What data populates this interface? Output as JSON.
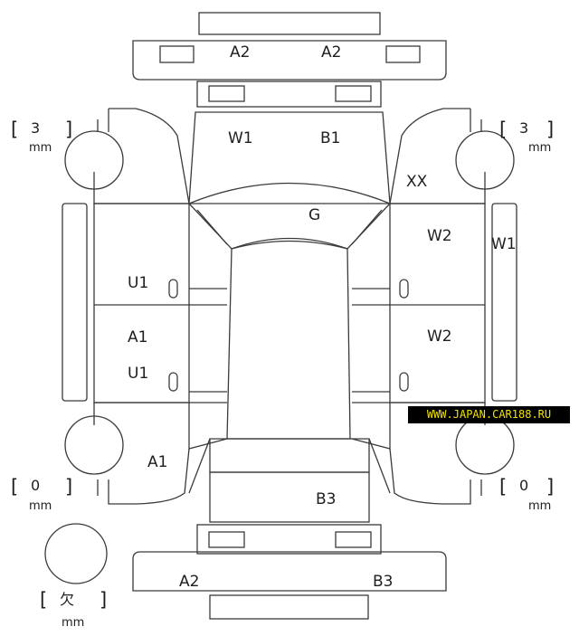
{
  "labels": {
    "front_bumper_left": "A2",
    "front_bumper_right": "A2",
    "windshield_w": "W1",
    "windshield_b": "B1",
    "roof": "G",
    "xx": "XX",
    "right_front_door": "W2",
    "right_rear_door": "W2",
    "right_side_strip": "W1",
    "left_sill_front": "U1",
    "left_rear_door": "A1",
    "left_sill_rear": "U1",
    "left_rear_fender": "A1",
    "trunk": "B3",
    "rear_bumper_left": "A2",
    "rear_bumper_right": "B3"
  },
  "tread": {
    "front_left": {
      "value": "3",
      "unit": "mm"
    },
    "front_right": {
      "value": "3",
      "unit": "mm"
    },
    "rear_left": {
      "value": "0",
      "unit": "mm"
    },
    "rear_right": {
      "value": "0",
      "unit": "mm"
    },
    "spare": {
      "value": "欠",
      "unit": "mm"
    }
  },
  "watermark": "WWW.JAPAN.CAR188.RU"
}
